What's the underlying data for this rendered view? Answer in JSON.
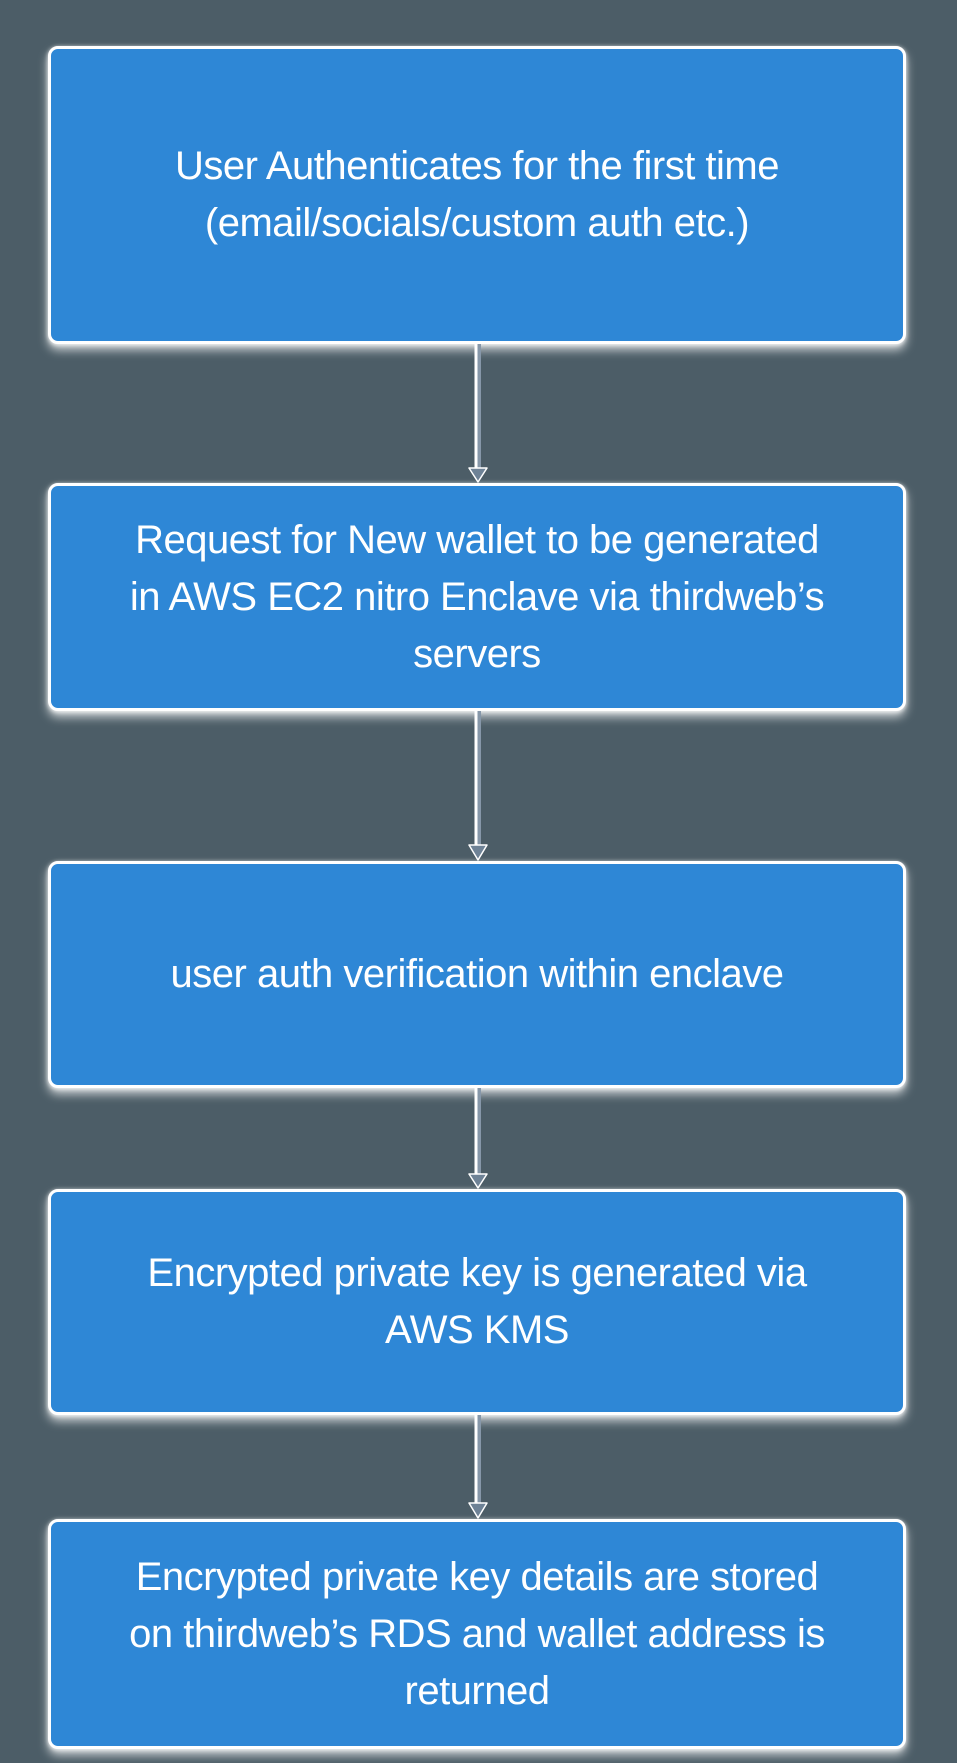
{
  "diagram": {
    "type": "flowchart",
    "direction": "top-to-bottom",
    "nodes": [
      {
        "id": "step-1",
        "lines": [
          "User Authenticates for the first time",
          "(email/socials/custom auth etc.)"
        ]
      },
      {
        "id": "step-2",
        "lines": [
          "Request for New wallet to be generated",
          "in AWS EC2 nitro Enclave via thirdweb’s",
          "servers"
        ]
      },
      {
        "id": "step-3",
        "lines": [
          "user auth verification within enclave"
        ]
      },
      {
        "id": "step-4",
        "lines": [
          "Encrypted private key is generated via",
          "AWS KMS"
        ]
      },
      {
        "id": "step-5",
        "lines": [
          "Encrypted private key details are stored",
          "on thirdweb’s RDS and wallet address is",
          "returned"
        ]
      }
    ],
    "edges": [
      {
        "from": "step-1",
        "to": "step-2"
      },
      {
        "from": "step-2",
        "to": "step-3"
      },
      {
        "from": "step-3",
        "to": "step-4"
      },
      {
        "from": "step-4",
        "to": "step-5"
      }
    ]
  },
  "colors": {
    "background": "#4c5d67",
    "node_fill": "#2e87d6",
    "node_border": "#ffffff",
    "node_text": "#ffffff",
    "arrow_line": "#8697a9",
    "arrow_casing": "#ffffff",
    "arrow_head": "#6e8296"
  }
}
